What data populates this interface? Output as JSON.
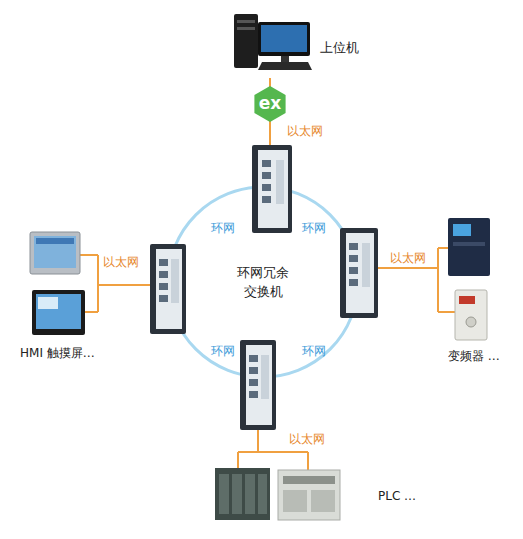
{
  "diagram": {
    "nodes": [
      {
        "text": [
          "上位机"
        ]
      },
      {
        "text": [
          "HMI 触摸屏…"
        ]
      },
      {
        "text": [
          "环网冗余 交换机"
        ]
      },
      {
        "text": [
          "变频器 …"
        ]
      },
      {
        "text": [
          "PLC …"
        ]
      }
    ],
    "edges": [
      {
        "from": 0,
        "to": 2,
        "arrow": "none",
        "label": "以太网"
      },
      {
        "from": 1,
        "to": 2,
        "arrow": "none",
        "label": "以太网"
      },
      {
        "from": 3,
        "to": 2,
        "arrow": "none",
        "label": "以太网"
      },
      {
        "from": 4,
        "to": 2,
        "arrow": "none",
        "label": "以太网"
      }
    ],
    "labels": [
      "ex",
      "环网",
      "环网",
      "环网",
      "环网"
    ]
  }
}
